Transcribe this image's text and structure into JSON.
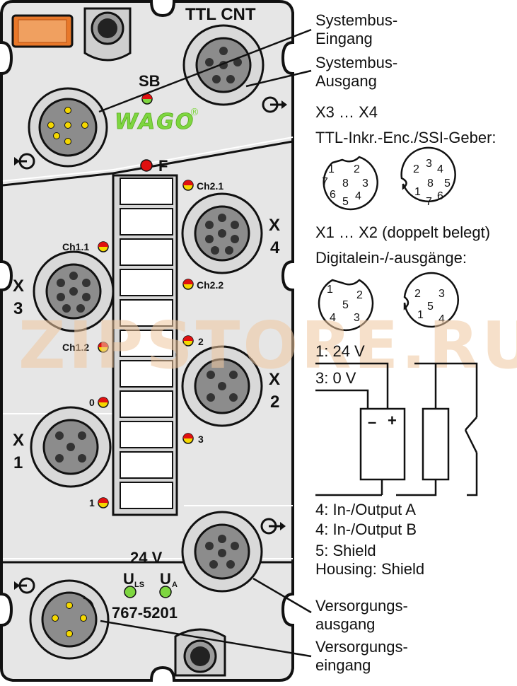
{
  "device": {
    "title": "TTL CNT",
    "sb_label": "SB",
    "f_label": "F",
    "brand": "WAGO",
    "brand_mark": "®",
    "part_number": "767-5201",
    "voltage": "24 V",
    "uls_label": "U",
    "uls_sub": "LS",
    "ua_label": "U",
    "ua_sub": "A"
  },
  "ports": {
    "x1_letter": "X",
    "x1_num": "1",
    "x2_letter": "X",
    "x2_num": "2",
    "x3_letter": "X",
    "x3_num": "3",
    "x4_letter": "X",
    "x4_num": "4"
  },
  "leds": {
    "ch21": "Ch2.1",
    "ch11": "Ch1.1",
    "ch22": "Ch2.2",
    "ch12": "Ch1.2",
    "d2": "2",
    "d0": "0",
    "d3": "3",
    "d1": "1"
  },
  "callouts": {
    "sb_in_1": "Systembus-",
    "sb_in_2": "Eingang",
    "sb_out_1": "Systembus-",
    "sb_out_2": "Ausgang",
    "vs_out_1": "Versorgungs-",
    "vs_out_2": "ausgang",
    "vs_in_1": "Versorgungs-",
    "vs_in_2": "eingang"
  },
  "legend": {
    "x34_title": "X3 … X4",
    "x34_desc": "TTL-Inkr.-Enc./SSI-Geber:",
    "x12_title": "X1 … X2 (doppelt belegt)",
    "x12_desc": "Digitalein-/-ausgänge:",
    "pin1": "1: 24 V",
    "pin3": "3: 0 V",
    "pin4a": "4: In-/Output A",
    "pin4b": "4: In-/Output B",
    "pin5": "5: Shield",
    "housing": "Housing: Shield",
    "minus": "–",
    "plus": "+"
  },
  "pinouts": {
    "enc_left": [
      "1",
      "2",
      "3",
      "4",
      "5",
      "6",
      "7",
      "8"
    ],
    "enc_right": [
      "1",
      "2",
      "3",
      "4",
      "5",
      "6",
      "7",
      "8"
    ],
    "dio_left": [
      "1",
      "2",
      "3",
      "4",
      "5"
    ],
    "dio_right": [
      "1",
      "2",
      "3",
      "4",
      "5"
    ]
  },
  "watermark": "ZIPSTORE.RU",
  "colors": {
    "housing": "#e6e6e6",
    "outline": "#111111",
    "orange": "#e8782a",
    "led_red": "#e01010",
    "led_yellow": "#f5d800",
    "led_green": "#7ed640",
    "wago_green": "#7ed640",
    "socket_grey": "#8c8c8c"
  }
}
